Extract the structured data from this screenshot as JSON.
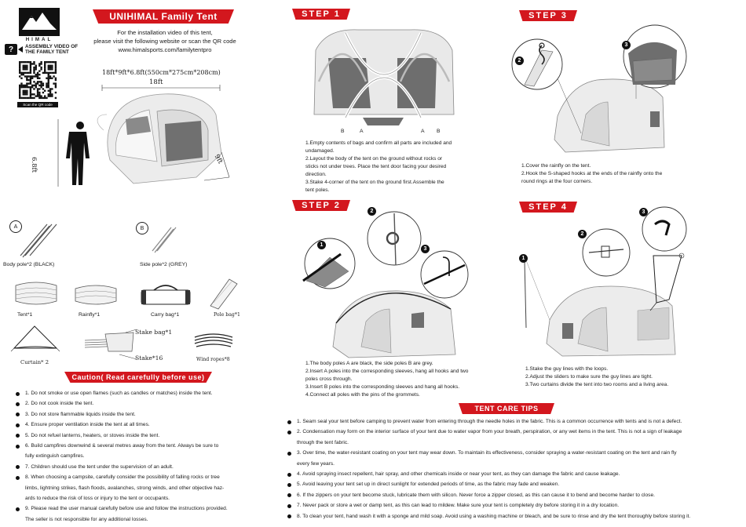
{
  "brand": {
    "name": "HIMAL"
  },
  "header": {
    "title": "UNIHIMAL Family Tent"
  },
  "video": {
    "badge": "ASSEMBLY VIDEO OF THE FAMILY TENT",
    "line1": "For the installation video of this tent,",
    "line2": "please visit the following website or scan the QR code",
    "url": "www.himalsports.com/familytentpro",
    "qr_caption": "Scan the QR code"
  },
  "dimensions": {
    "spec": "18ft*9ft*6.8ft(550cm*275cm*208cm)",
    "length": "18ft",
    "height": "6.8ft",
    "width": "9ft"
  },
  "parts": {
    "a_badge": "A",
    "b_badge": "B",
    "body_pole": "Body pole*2 (BLACK)",
    "side_pole": "Side pole*2 (GREY)",
    "tent": "Tent*1",
    "rainfly": "Rainfly*1",
    "carry_bag": "Carry bag*1",
    "pole_bag": "Pole bag*1",
    "stake_bag": "Stake bag*1",
    "stake": "Stake*16",
    "curtain": "Curtain* 2",
    "wind_ropes": "Wind ropes*8"
  },
  "caution": {
    "title": "Caution( Read carefully before use)",
    "items": [
      "1. Do not smoke or use open flames (such as candles or matches) inside the tent.",
      "2. Do not cook inside the tent.",
      "3. Do not store flammable liquids inside the tent.",
      "4. Ensure proper ventilation inside the tent at all times.",
      "5. Do not refuel lanterns, heaters, or stoves inside the tent.",
      "6. Build campfires downwind & several metres away from the tent. Always be sure to",
      "fully extinguish campfires.",
      "7. Children should use the tent under the supervision of an adult.",
      "8. When choosing a campsite, carefully consider the possibility of falling rocks or tree",
      "limbs, lightning strikes, flash floods, avalanches, strong winds, and other objective haz-",
      "ards to reduce the risk of loss or injury to the tent or occupants.",
      "9. Please read the user manual carefully before use and follow the instructions provided.",
      "The seller is not responsible for any additional losses."
    ],
    "continuation": [
      false,
      false,
      false,
      false,
      false,
      false,
      true,
      false,
      false,
      true,
      true,
      false,
      true
    ]
  },
  "steps": {
    "step1": {
      "title": "STEP 1",
      "marks": [
        "B",
        "A",
        "A",
        "B"
      ],
      "text": [
        "1.Empty contents of bags and confirm all parts are included and",
        "undamaged.",
        "2.Layout the body of the tent on the ground without rocks or",
        "sticks not under trees. Place the tent door facing your desired",
        "direction.",
        "3.Stake 4-corner of the tent on the ground first.Assemble the",
        "tent poles."
      ]
    },
    "step2": {
      "title": "STEP 2",
      "callouts": [
        "1",
        "2",
        "3"
      ],
      "text": [
        "1.The body poles A are black, the side poles B are grey.",
        "2.Insert A poles into the corresponding sleeves, hang all hooks and two",
        "poles cross through.",
        "3.Insert B poles into the corresponding sleeves and hang all hooks.",
        "4.Connect all poles with the pins of the grommets."
      ]
    },
    "step3": {
      "title": "STEP 3",
      "callouts": [
        "2",
        "3"
      ],
      "text": [
        "1.Cover the rainfly on the tent.",
        "2.Hook the S-shaped hooks at the ends of the rainfly onto the",
        "round rings at the four corners."
      ]
    },
    "step4": {
      "title": "STEP 4",
      "callouts": [
        "1",
        "2",
        "3"
      ],
      "text": [
        "1.Stake the guy lines with the loops.",
        "2.Adjust the sliders to make sure the guy lines are tight.",
        "3.Two curtains divide the tent into two rooms and a living area."
      ]
    }
  },
  "care": {
    "title": "TENT CARE TIPS",
    "items": [
      "1. Seam seal your tent before camping to prevent water from entering through the needle holes in the fabric.  This is a common occurrence with tents and is not a defect.",
      "2. Condensation may form on the interior surface of your tent due to water vapor from your breath, perspiration, or any wet items in the tent.  This is not a sign of leakage",
      "through the tent fabric.",
      "3. Over time, the water-resistant coating on your tent may wear down.  To maintain its effectiveness, consider spraying a water-resistant coating on the tent and rain fly",
      "every few years.",
      "4. Avoid spraying insect repellent, hair spray, and other chemicals inside or near your tent, as they can damage the fabric and cause leakage.",
      "5. Avoid leaving your tent set up in direct sunlight for extended periods of time, as the fabric may fade and weaken.",
      "6. If the zippers on your tent become stuck, lubricate them with silicon.  Never force a zipper closed, as this can cause it to bend and become harder to close.",
      "7. Never pack or store a wet or damp tent, as this can lead to mildew.  Make sure your tent is completely dry before storing it in a dry location.",
      "8. To clean your tent, hand wash it with a sponge and mild soap.  Avoid using a washing machine or bleach, and be sure to rinse and dry the tent thoroughly before storing it."
    ],
    "continuation": [
      false,
      false,
      true,
      false,
      true,
      false,
      false,
      false,
      false,
      false
    ]
  },
  "colors": {
    "accent": "#d3171e",
    "ink": "#1a1a1a",
    "tent_fabric": "#e6e6e6",
    "tent_window": "#6b6b6b"
  }
}
